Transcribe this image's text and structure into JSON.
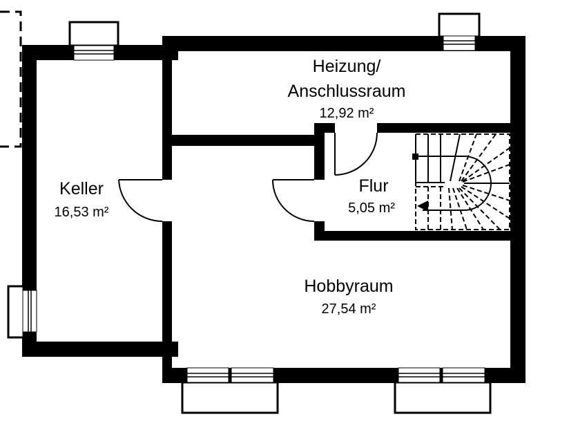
{
  "plan": {
    "type": "floor-plan",
    "level": "basement",
    "colors": {
      "wall": "#000000",
      "background": "#ffffff",
      "line": "#000000"
    }
  },
  "rooms": {
    "heizung": {
      "name_line1": "Heizung/",
      "name_line2": "Anschlussraum",
      "area": "12,92 m²"
    },
    "keller": {
      "name": "Keller",
      "area": "16,53 m²"
    },
    "flur": {
      "name": "Flur",
      "area": "5,05 m²"
    },
    "hobbyraum": {
      "name": "Hobbyraum",
      "area": "27,54 m²"
    }
  },
  "icons": {
    "stair-direction": "left-arrow",
    "window": "window-light-well",
    "door": "door-swing-arc"
  }
}
